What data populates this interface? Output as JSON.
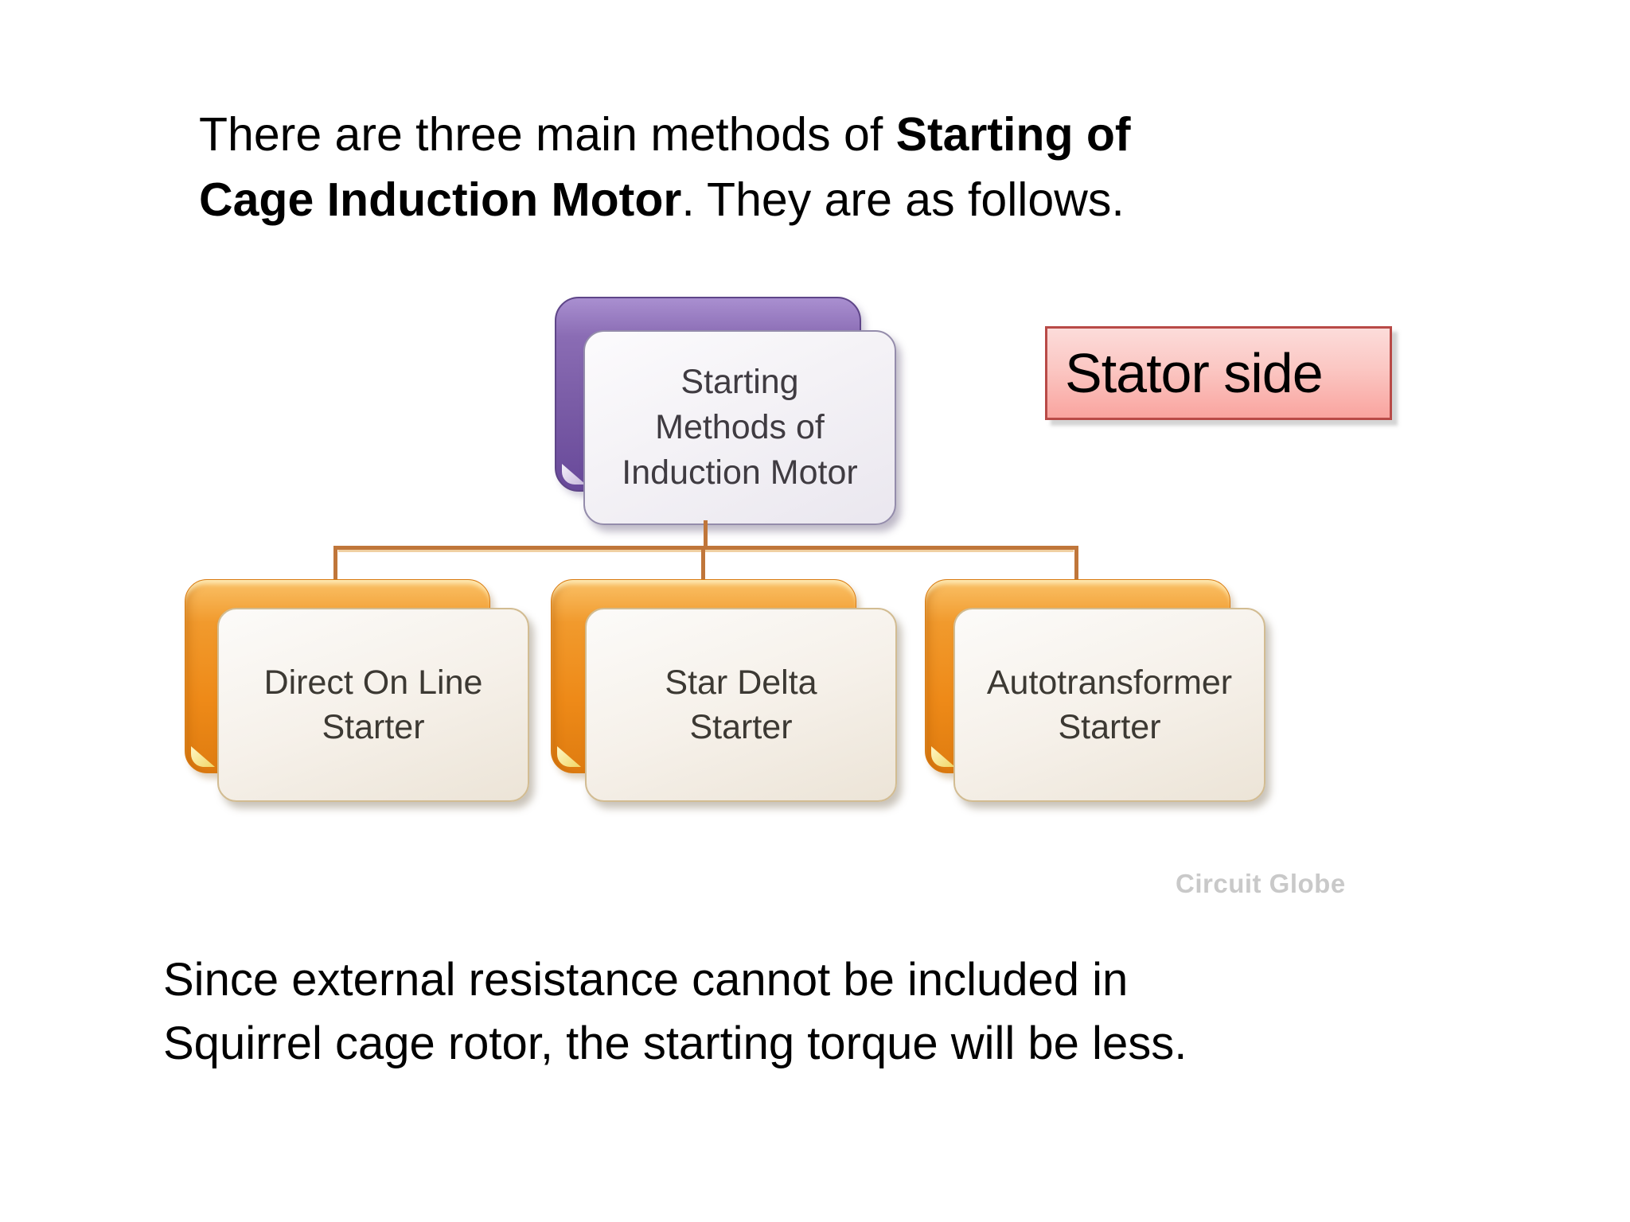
{
  "headline": {
    "line1_normal": "There are three main methods of ",
    "line1_bold": "Starting of",
    "line2_bold": "Cage Induction Motor",
    "line2_normal": ". They are as follows."
  },
  "diagram": {
    "root": {
      "label": "Starting\nMethods of\nInduction Motor"
    },
    "children": [
      {
        "label": "Direct On Line\nStarter"
      },
      {
        "label": "Star Delta\nStarter"
      },
      {
        "label": "Autotransformer\nStarter"
      }
    ],
    "watermark": "Circuit Globe"
  },
  "annotation": {
    "label": "Stator side"
  },
  "footer": {
    "line1": "Since external resistance cannot be included in",
    "line2": "Squirrel cage rotor, the starting torque will be less."
  },
  "colors": {
    "root_back": "#7b5fa6",
    "root_front": "#f4f2f6",
    "child_back": "#ef8f1f",
    "child_front": "#f6f1ea",
    "connector": "#c0763a",
    "annotation_fill_top": "#fcdcda",
    "annotation_fill_bottom": "#f9a49f",
    "annotation_border": "#b84a47",
    "watermark_text": "#c9c9c9",
    "background": "#ffffff"
  }
}
